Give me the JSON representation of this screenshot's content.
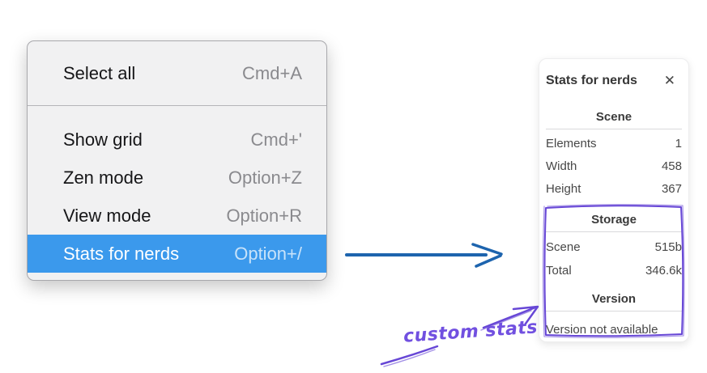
{
  "context_menu": {
    "items": [
      {
        "label": "Select all",
        "shortcut": "Cmd+A",
        "selected": false
      },
      {
        "label": "Show grid",
        "shortcut": "Cmd+'",
        "selected": false
      },
      {
        "label": "Zen mode",
        "shortcut": "Option+Z",
        "selected": false
      },
      {
        "label": "View mode",
        "shortcut": "Option+R",
        "selected": false
      },
      {
        "label": "Stats for nerds",
        "shortcut": "Option+/",
        "selected": true
      }
    ]
  },
  "stats_panel": {
    "title": "Stats for nerds",
    "close_icon": "✕",
    "sections": [
      {
        "header": "Scene",
        "rows": [
          [
            "Elements",
            "1"
          ],
          [
            "Width",
            "458"
          ],
          [
            "Height",
            "367"
          ]
        ]
      },
      {
        "header": "Storage",
        "rows": [
          [
            "Scene",
            "515b"
          ],
          [
            "Total",
            "346.6k"
          ]
        ]
      },
      {
        "header": "Version",
        "note": "Version not available"
      }
    ]
  },
  "annotation": {
    "label": "custom stats"
  },
  "colors": {
    "menu_highlight": "#3b99ec",
    "menu_bg": "#f1f1f2",
    "arrow_blue": "#1d64ae",
    "annotation_purple": "#6747d6",
    "annotation_text": "#7150e0"
  }
}
